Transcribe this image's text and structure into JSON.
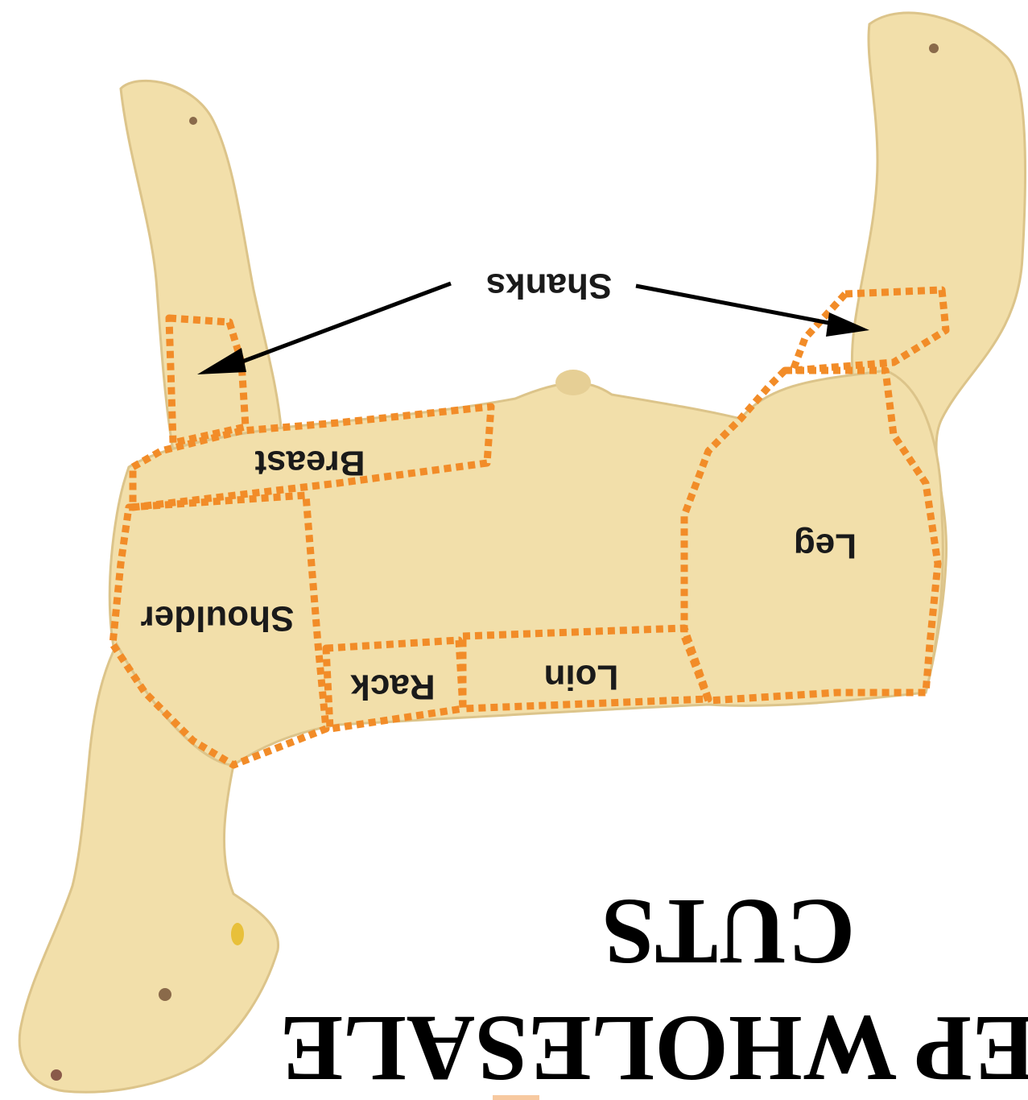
{
  "title": {
    "line1": "SHEEP WHOLESALE",
    "line2": "CUTS"
  },
  "labels": {
    "shanks": "Shanks",
    "breast": "Breast",
    "leg": "Leg",
    "shoulder": "Shoulder",
    "rack": "Rack",
    "loin": "Loin"
  },
  "orientation": "rotated 180 degrees",
  "colors": {
    "carcass": "#f2dfaa",
    "carcass_shadow": "#dcc48a",
    "outline": "#f28c28",
    "arrow": "#000000",
    "title": "#000000"
  }
}
